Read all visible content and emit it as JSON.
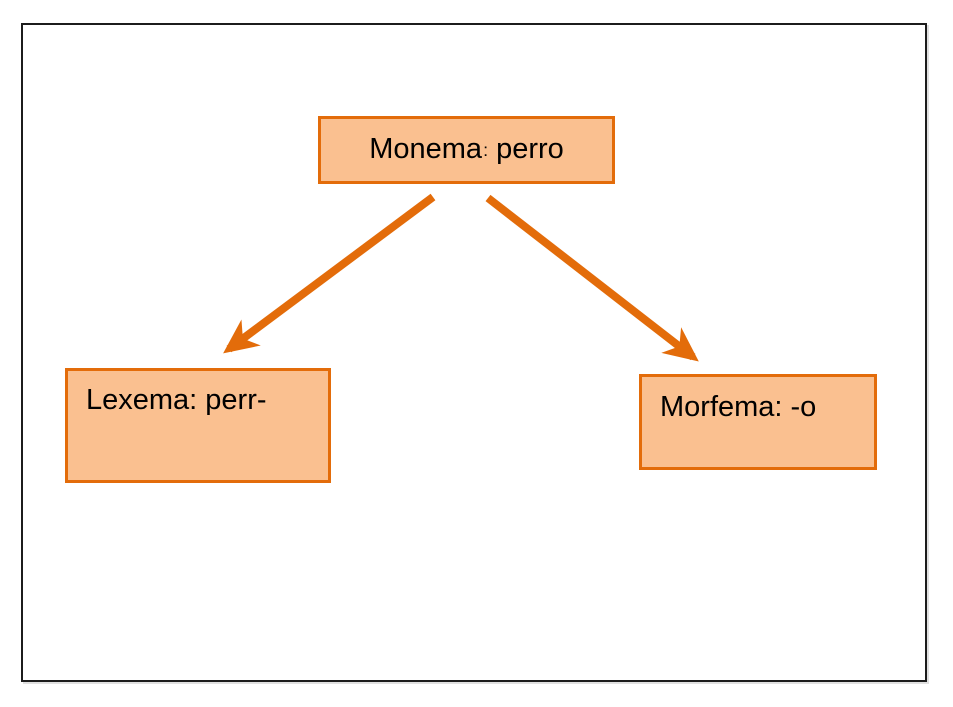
{
  "diagram": {
    "type": "tree",
    "background_color": "#FFFFFF",
    "frame_border_color": "#1C1C1C",
    "node_fill_color": "#FAC090",
    "node_border_color": "#E36C0A",
    "arrow_color": "#E36C0A",
    "text_color": "#000000",
    "nodes": [
      {
        "id": "monema",
        "label": "Monema: perro",
        "segments": {
          "word": "Monema",
          "colon": ":",
          "example": "perro"
        },
        "position": "top-center"
      },
      {
        "id": "lexema",
        "label": "Lexema: perr-",
        "position": "bottom-left"
      },
      {
        "id": "morfema",
        "label": "Morfema: -o",
        "position": "bottom-right"
      }
    ],
    "edges": [
      {
        "from": "monema",
        "to": "lexema",
        "style": "arrow"
      },
      {
        "from": "monema",
        "to": "morfema",
        "style": "arrow"
      }
    ]
  }
}
